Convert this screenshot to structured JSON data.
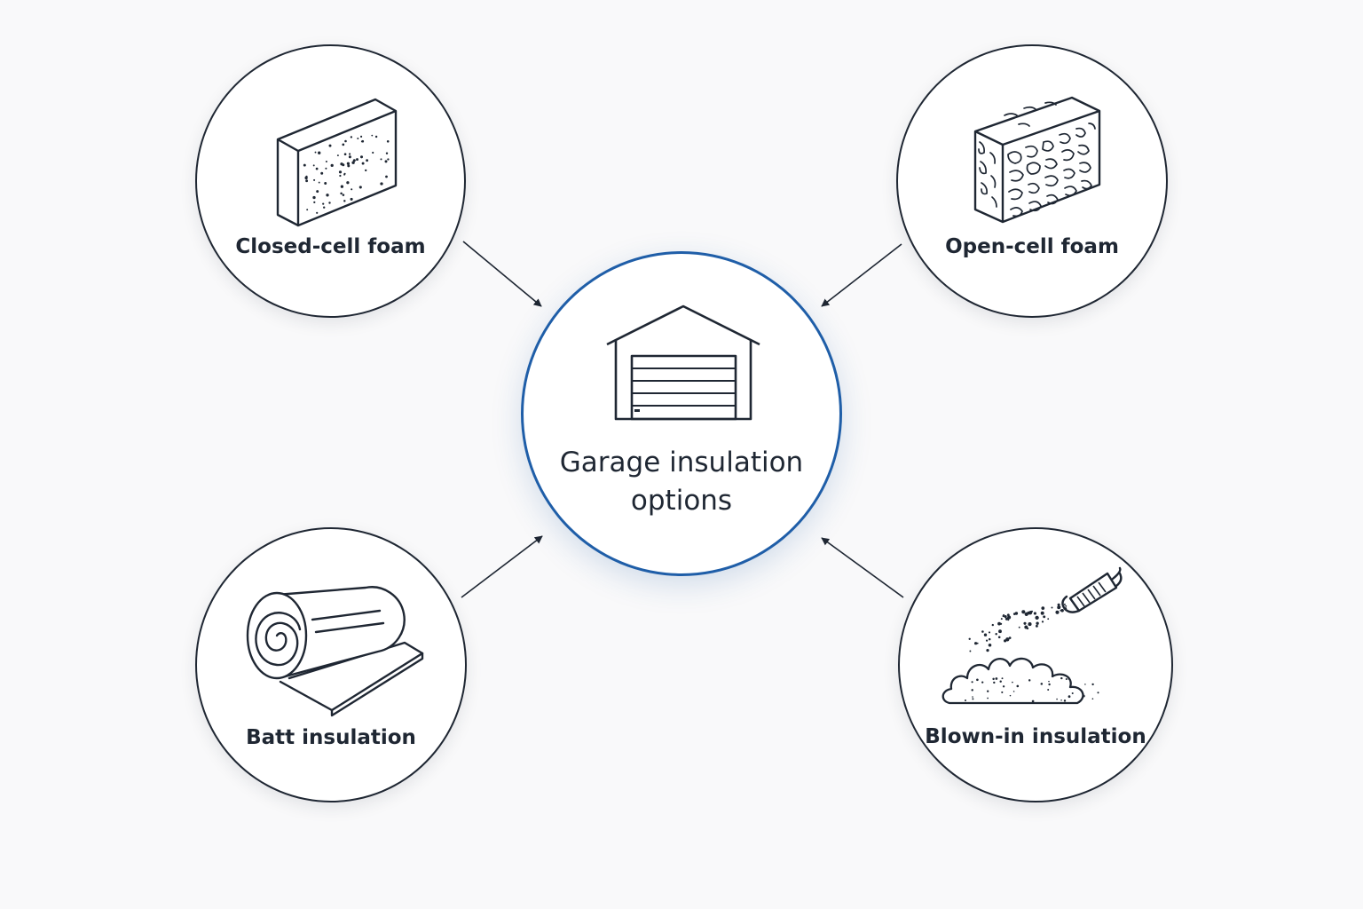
{
  "center": {
    "title_line1": "Garage insulation",
    "title_line2": "options",
    "icon": "garage-icon",
    "accent_color": "#1f5ea8"
  },
  "options": [
    {
      "label": "Closed-cell foam",
      "icon": "closed-cell-foam-block-icon"
    },
    {
      "label": "Open-cell foam",
      "icon": "open-cell-foam-block-icon"
    },
    {
      "label": "Batt insulation",
      "icon": "insulation-roll-icon"
    },
    {
      "label": "Blown-in insulation",
      "icon": "blown-in-hose-icon"
    }
  ],
  "colors": {
    "background": "#f9f9fa",
    "stroke": "#1f2733",
    "accent": "#1f5ea8"
  }
}
